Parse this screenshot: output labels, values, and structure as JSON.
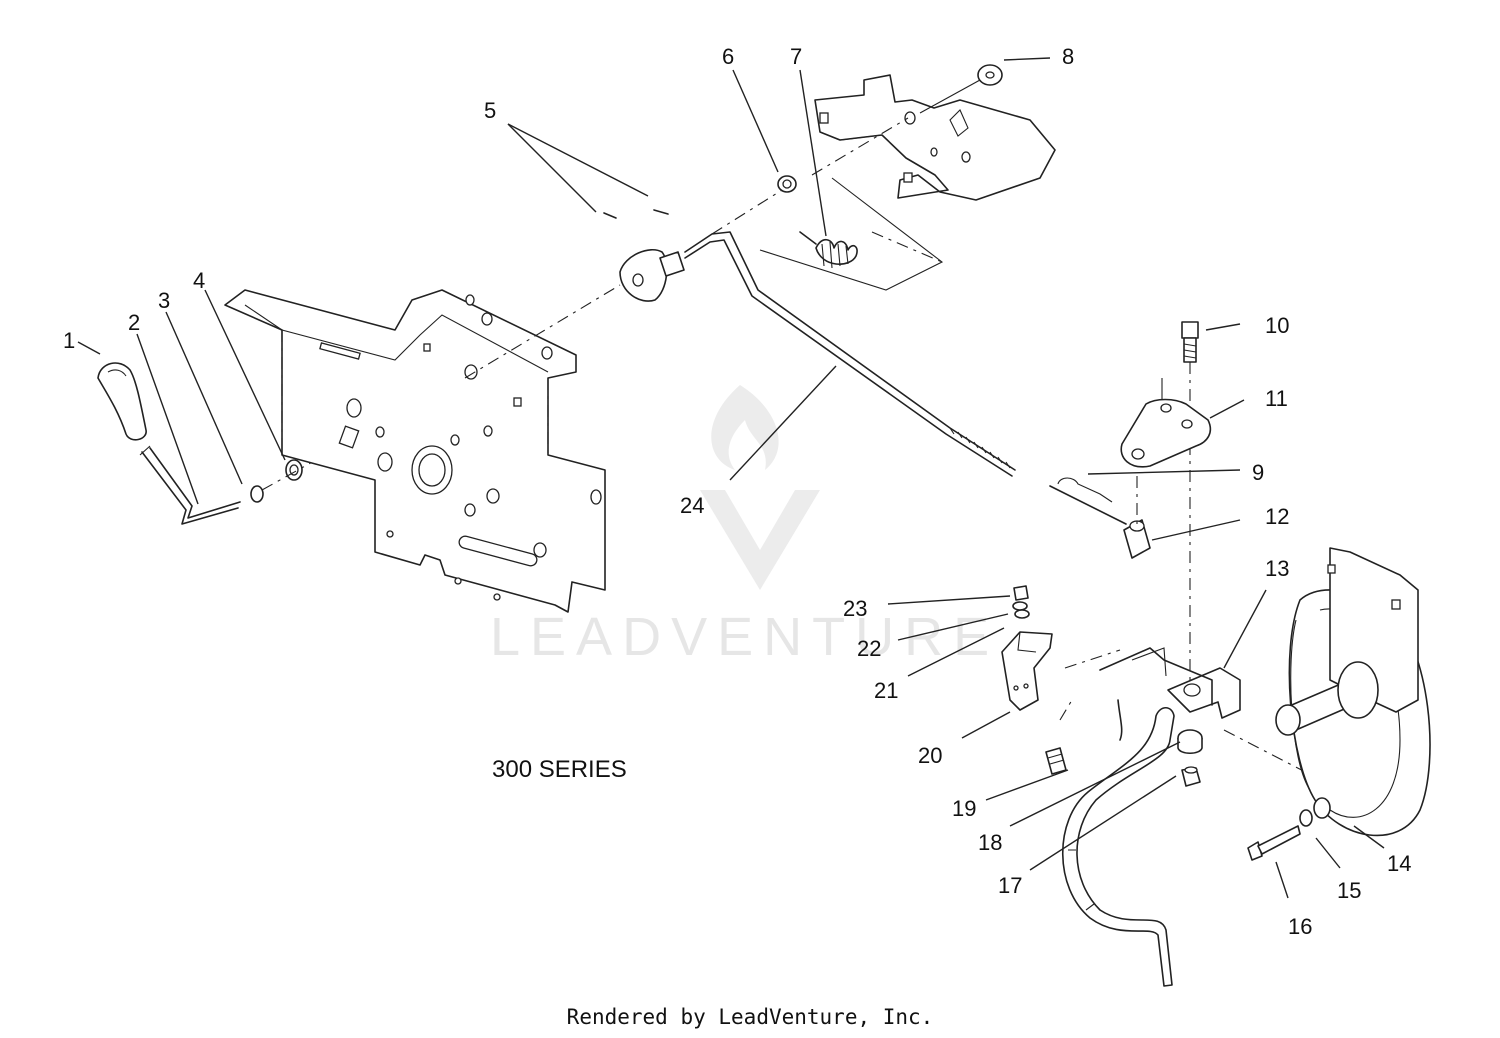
{
  "diagram": {
    "caption": "300 SERIES",
    "footer": "Rendered by LeadVenture, Inc.",
    "watermark": "LEADVENTURE",
    "callouts": [
      "1",
      "2",
      "3",
      "4",
      "5",
      "6",
      "7",
      "8",
      "9",
      "10",
      "11",
      "12",
      "13",
      "14",
      "15",
      "16",
      "17",
      "18",
      "19",
      "20",
      "21",
      "22",
      "23",
      "24"
    ]
  },
  "colors": {
    "line": "#222222",
    "watermark": "#e6e6e6",
    "background": "#ffffff"
  }
}
